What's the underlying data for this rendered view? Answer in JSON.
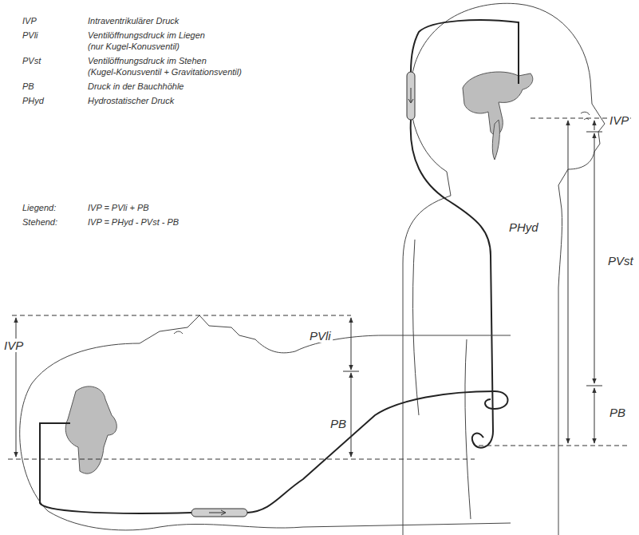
{
  "diagram": {
    "labels": [
      "IVP",
      "Intraventrikulärer Druck",
      "PVli",
      "Ventilöffnungsdruck im Liegen",
      "(nur Kugel-Konusventil)",
      "PVst",
      "Ventilöffnungsdruck im Stehen",
      "(Kugel-Konusventil + Gravitationsventil)",
      "PB",
      "Druck in der Bauchhöhle",
      "PHyd",
      "Hydrostatischer Druck",
      "Liegend:",
      "IVP = PVli + PB",
      "Stehend:",
      "IVP = PHyd - PVst - PB",
      "IVP",
      "PHyd",
      "PVst",
      "PB",
      "PVli",
      "PB",
      "IVP"
    ]
  }
}
